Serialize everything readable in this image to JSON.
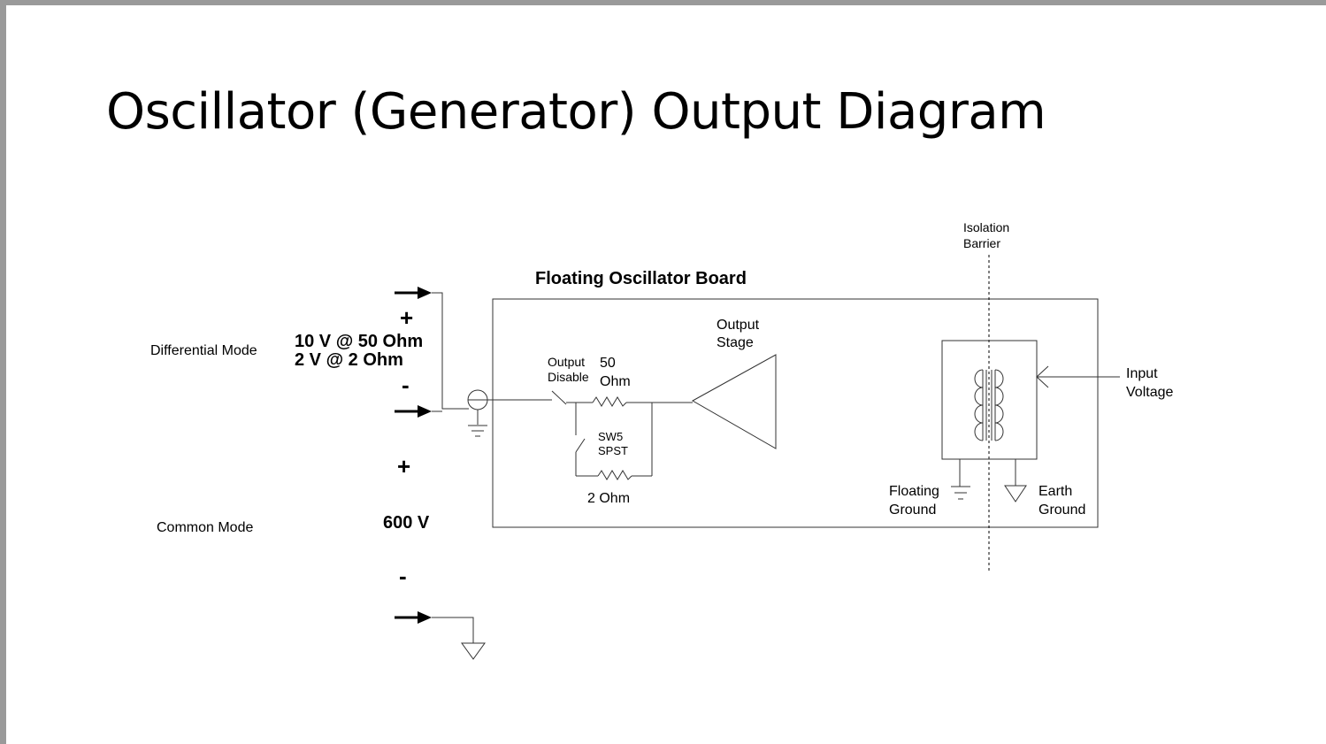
{
  "slide": {
    "title": "Oscillator (Generator) Output Diagram"
  },
  "diagram": {
    "board_title": "Floating Oscillator Board",
    "isolation_barrier": [
      "Isolation",
      "Barrier"
    ],
    "differential_mode_label": "Differential Mode",
    "differential_specs": [
      "10 V @ 50 Ohm",
      "2 V @ 2 Ohm"
    ],
    "common_mode_label": "Common Mode",
    "common_mode_value": "600 V",
    "plus_sign": "+",
    "minus_sign": "-",
    "output_disable": [
      "Output",
      "Disable"
    ],
    "resistor_50": [
      "50",
      "Ohm"
    ],
    "switch_label": [
      "SW5",
      "SPST"
    ],
    "resistor_2": "2 Ohm",
    "output_stage": [
      "Output",
      "Stage"
    ],
    "input_voltage": [
      "Input",
      "Voltage"
    ],
    "floating_ground": [
      "Floating",
      "Ground"
    ],
    "earth_ground": [
      "Earth",
      "Ground"
    ]
  }
}
